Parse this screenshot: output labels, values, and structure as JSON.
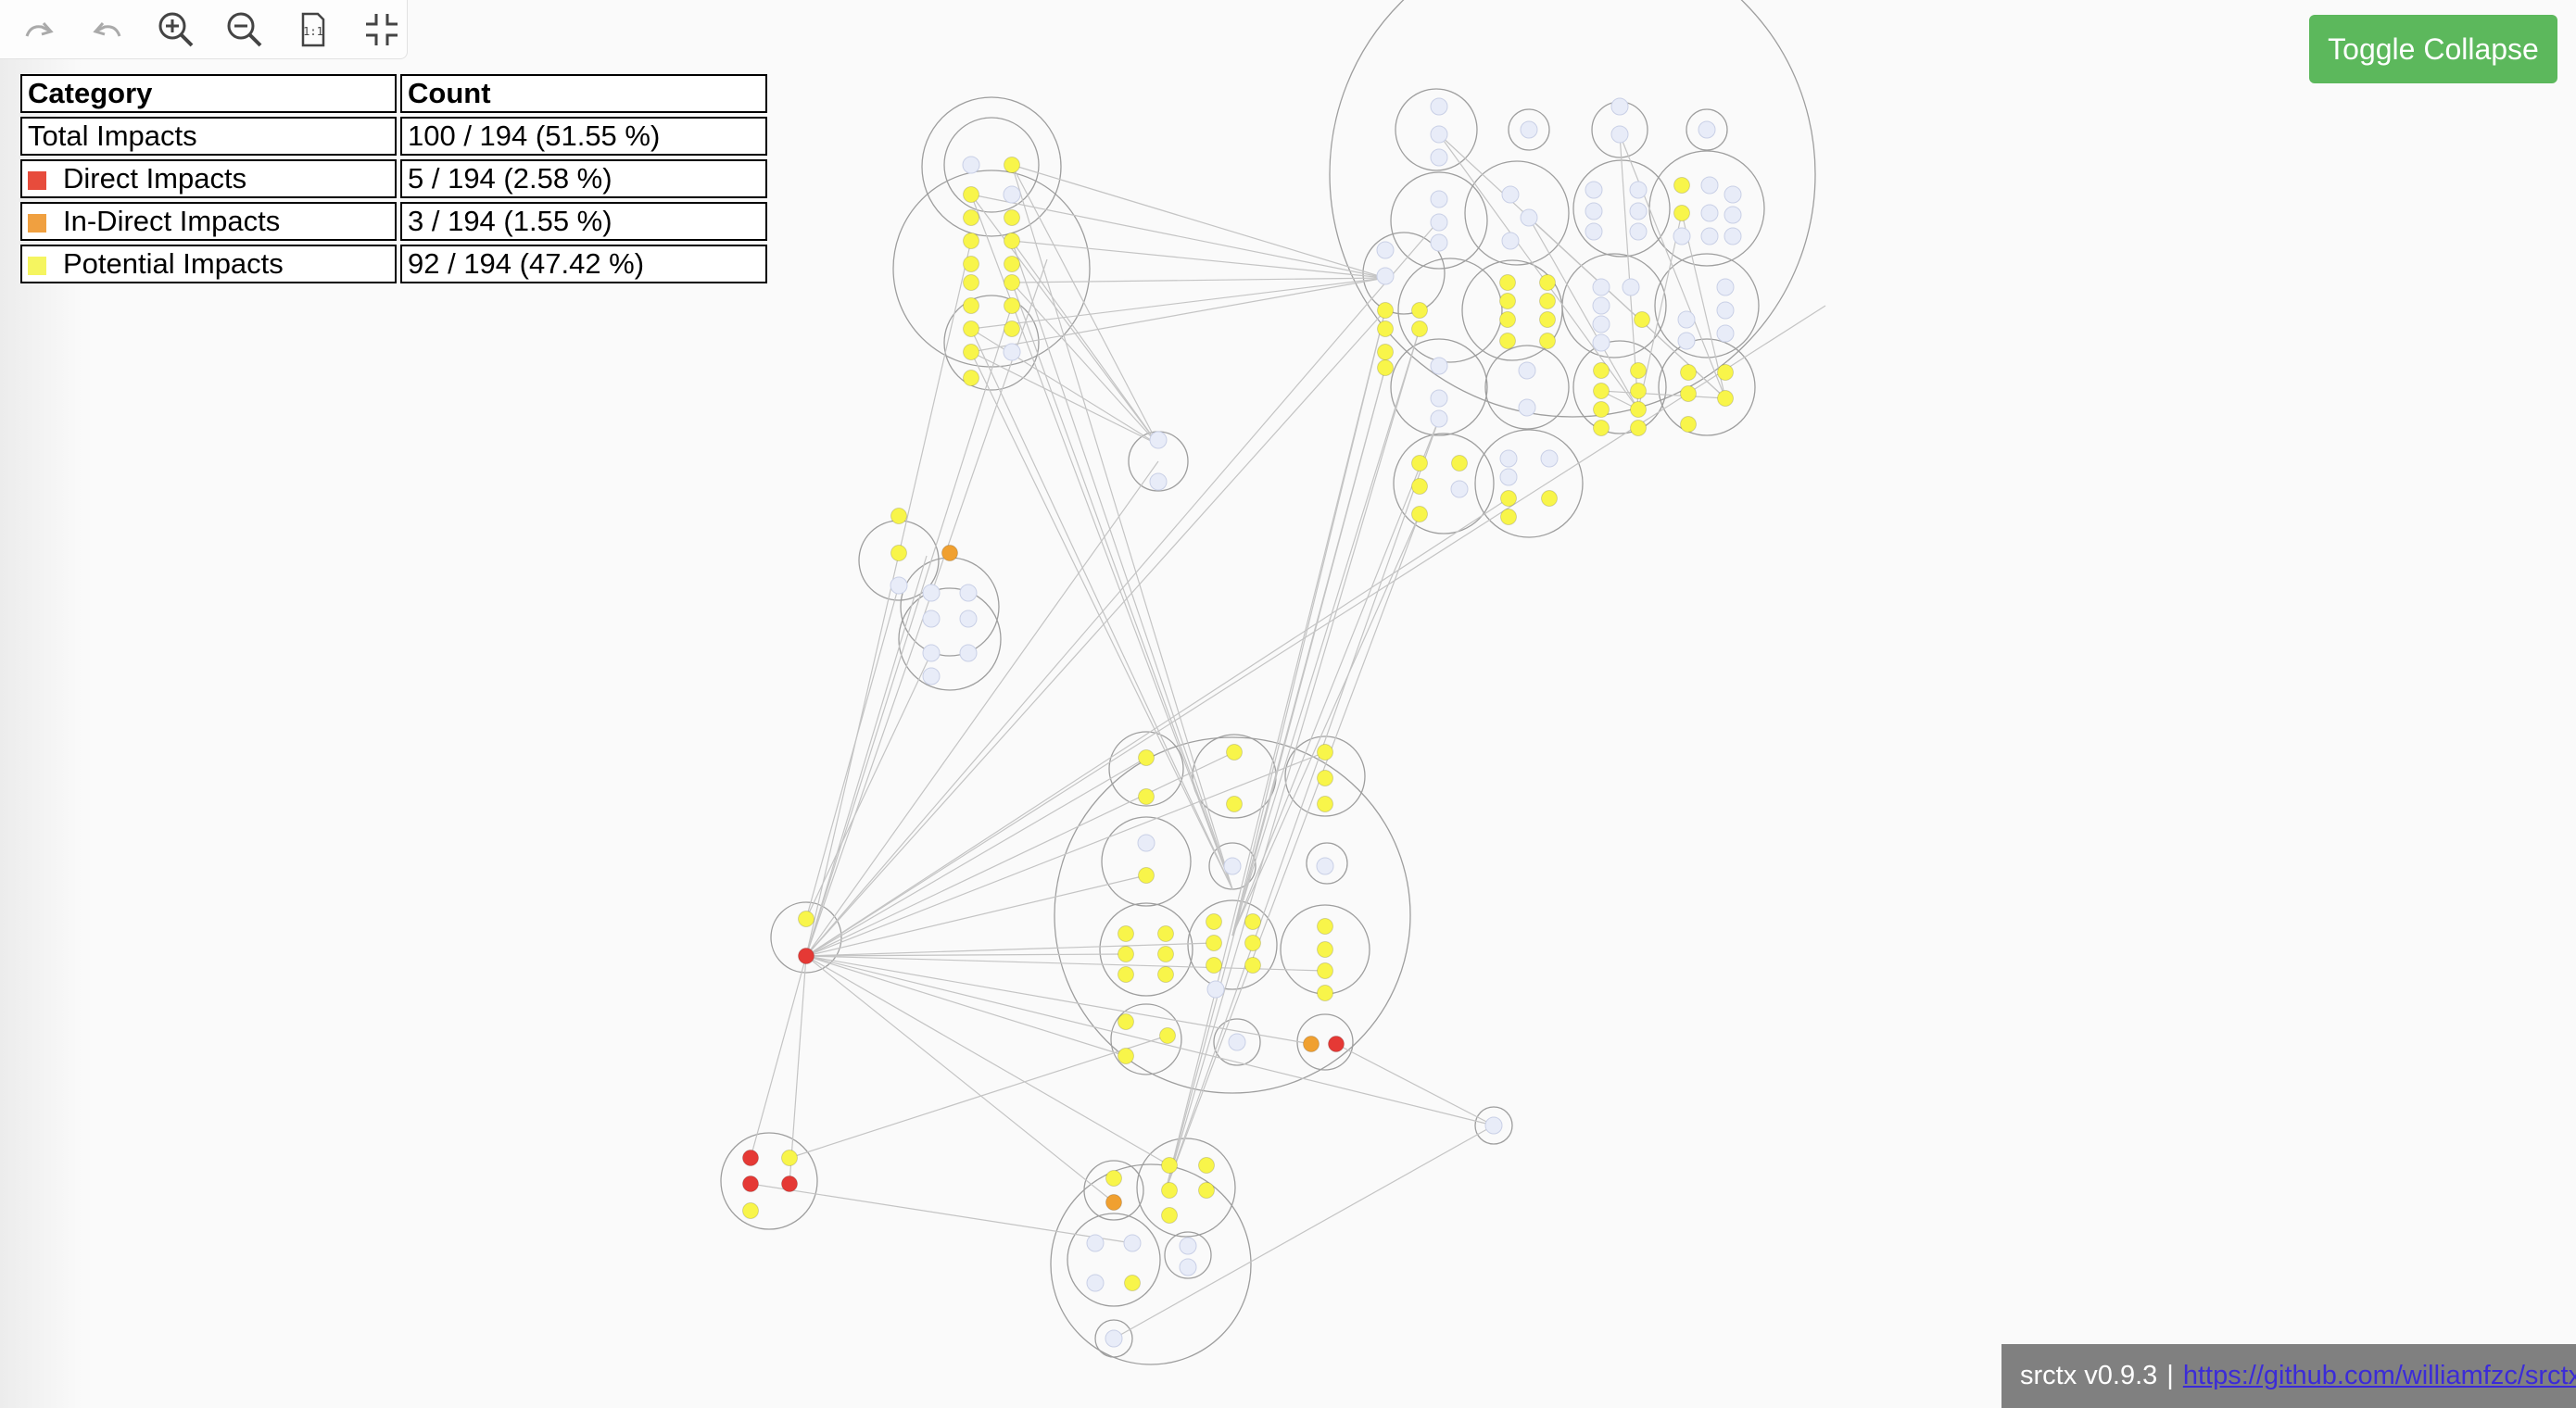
{
  "toolbar": {
    "icons": [
      "redo-icon",
      "undo-icon",
      "zoom-in-icon",
      "zoom-out-icon",
      "fit-page-icon",
      "center-icon"
    ]
  },
  "legend": {
    "headers": {
      "category": "Category",
      "count": "Count"
    },
    "rows": [
      {
        "label": "Total Impacts",
        "value": "100 / 194 (51.55 %)",
        "color": ""
      },
      {
        "label": "Direct Impacts",
        "value": "5 / 194 (2.58 %)",
        "color": "#e74c3c"
      },
      {
        "label": "In-Direct Impacts",
        "value": "3 / 194 (1.55 %)",
        "color": "#f0a040"
      },
      {
        "label": "Potential Impacts",
        "value": "92 / 194 (47.42 %)",
        "color": "#f5f560"
      }
    ]
  },
  "toggle_button": {
    "label": "Toggle Collapse",
    "color": "#5cb85c"
  },
  "footer": {
    "version": "srctx v0.9.3",
    "separator": "|",
    "link": "https://github.com/williamfzc/srctx"
  },
  "colors": {
    "direct": "#e53935",
    "indirect": "#f0a030",
    "potential": "#f8f54a",
    "unaffected": "#e8ecf8",
    "edge": "#c4c4c4",
    "cluster": "#9e9e9e"
  }
}
